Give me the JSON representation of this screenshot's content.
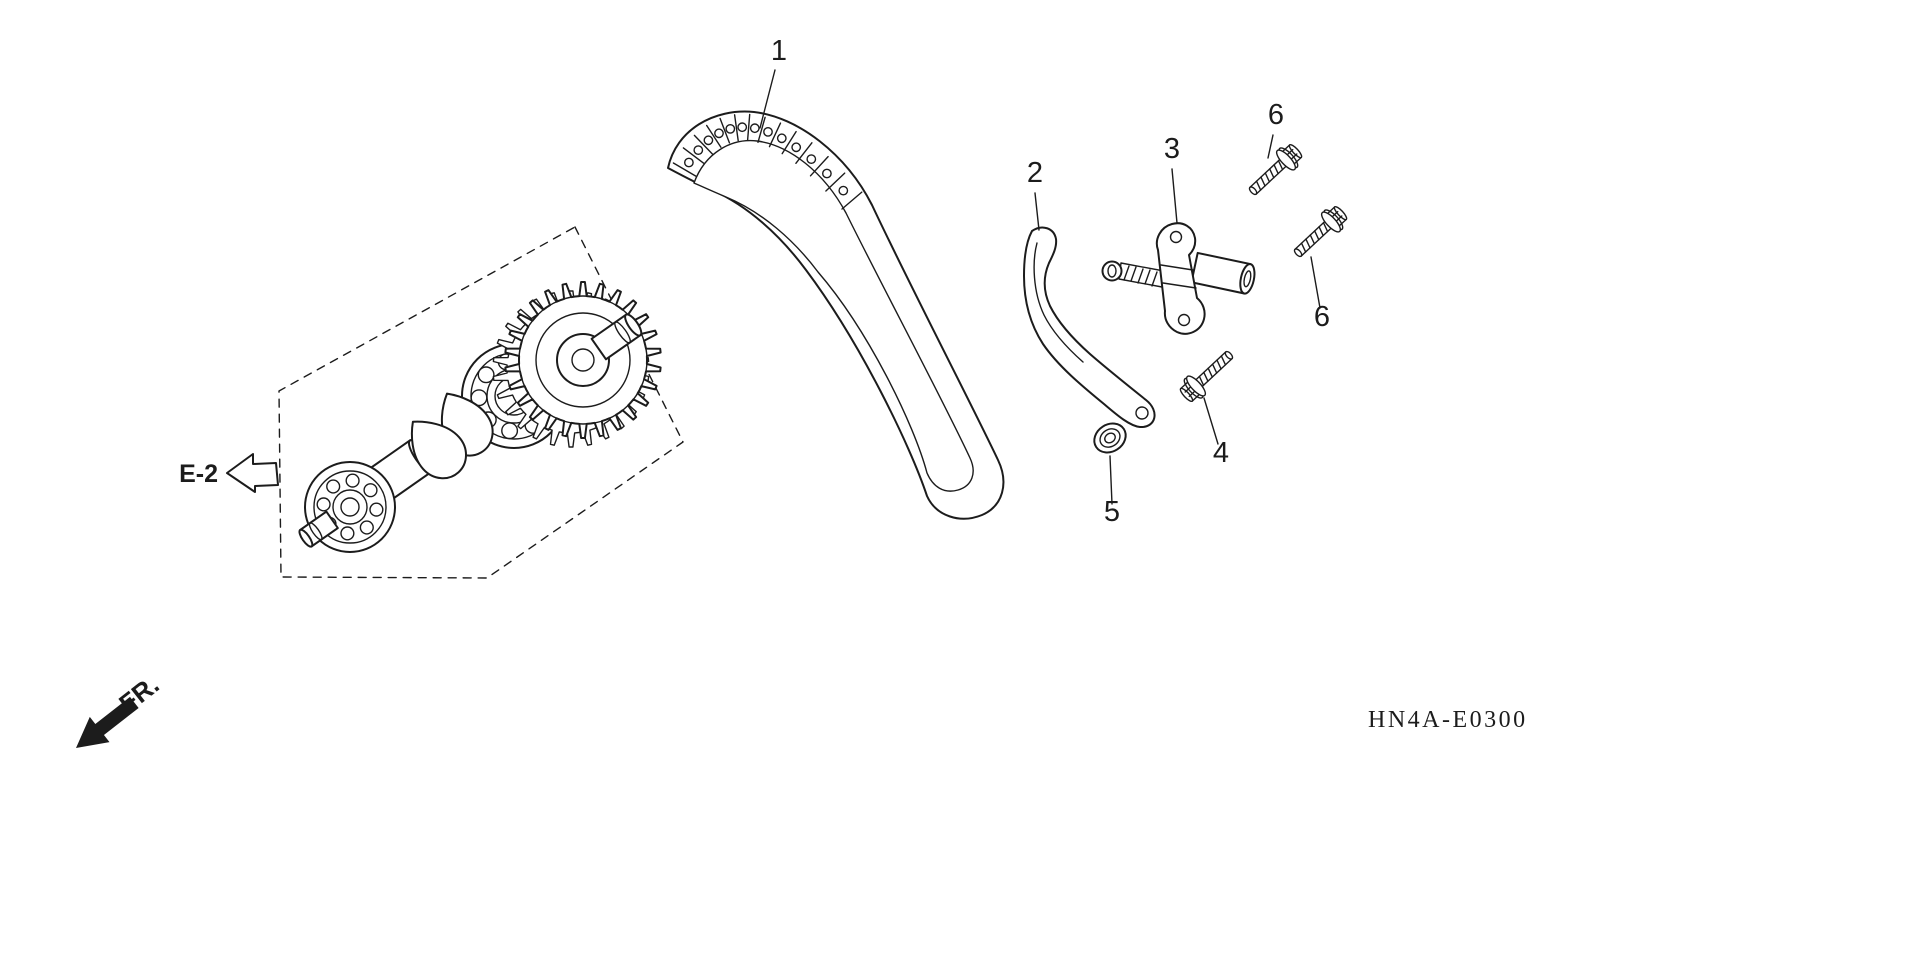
{
  "colors": {
    "ink": "#1c1c1c",
    "paper": "#ffffff"
  },
  "legend": {
    "ref": "E-2",
    "front": "FR.",
    "code": "HN4A-E0300"
  },
  "callouts": [
    {
      "label": "1"
    },
    {
      "label": "2"
    },
    {
      "label": "3"
    },
    {
      "label": "4"
    },
    {
      "label": "5"
    },
    {
      "label": "6"
    },
    {
      "label": "6"
    }
  ]
}
